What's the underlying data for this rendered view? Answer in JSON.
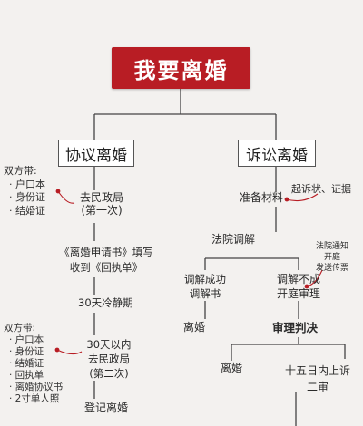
{
  "title": "我要离婚",
  "left_branch": {
    "title": "协议离婚",
    "bring_1": {
      "heading": "双方带:",
      "items": [
        "· 户口本",
        "· 身份证",
        "· 结婚证"
      ]
    },
    "step_1": [
      "去民政局",
      "(第一次)"
    ],
    "step_2": [
      "《离婚申请书》填写",
      "收到《回执单》"
    ],
    "step_3": "30天冷静期",
    "step_4": [
      "30天以内",
      "去民政局",
      "(第二次)"
    ],
    "bring_2": {
      "heading": "双方带:",
      "items": [
        "· 户口本",
        "· 身份证",
        "· 结婚证",
        "· 回执单",
        "· 离婚协议书",
        "· 2寸单人照"
      ]
    },
    "step_5": "登记离婚"
  },
  "right_branch": {
    "title": "诉讼离婚",
    "step_1": "准备材料",
    "materials_note": "起诉状、证据",
    "step_2": "法院调解",
    "success": [
      "调解成功",
      "调解书"
    ],
    "success_result": "离婚",
    "fail": [
      "调解不成",
      "开庭审理"
    ],
    "court_note": [
      "法院通知",
      "开庭",
      "发送传票"
    ],
    "judgment": "审理判决",
    "judgment_result_1": "离婚",
    "judgment_result_2": [
      "十五日内上诉",
      "二审"
    ]
  }
}
